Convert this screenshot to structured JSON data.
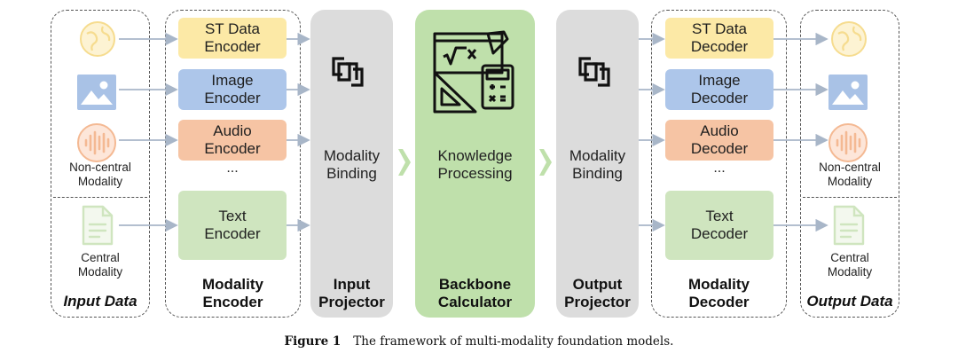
{
  "input_data": {
    "title": "Input Data",
    "non_central_label": "Non-central\nModality",
    "central_label": "Central\nModality"
  },
  "modality_encoder": {
    "title": "Modality\nEncoder",
    "items": [
      "ST Data\nEncoder",
      "Image\nEncoder",
      "Audio\nEncoder",
      "...",
      "Text\nEncoder"
    ]
  },
  "input_projector": {
    "title": "Input\nProjector",
    "body": "Modality\nBinding"
  },
  "backbone": {
    "title": "Backbone\nCalculator",
    "body": "Knowledge\nProcessing"
  },
  "output_projector": {
    "title": "Output\nProjector",
    "body": "Modality\nBinding"
  },
  "modality_decoder": {
    "title": "Modality\nDecoder",
    "items": [
      "ST Data\nDecoder",
      "Image\nDecoder",
      "Audio\nDecoder",
      "...",
      "Text\nDecoder"
    ]
  },
  "output_data": {
    "title": "Output Data",
    "non_central_label": "Non-central\nModality",
    "central_label": "Central\nModality"
  },
  "caption": {
    "label": "Figure 1",
    "text": "The framework of multi-modality foundation models."
  },
  "colors": {
    "st": "#fce9a6",
    "image": "#adc6ea",
    "audio": "#f6c4a4",
    "text": "#cfe5bf",
    "projector": "#dcdcdc",
    "backbone": "#bfe0ab",
    "arrow": "#a8b6c8"
  },
  "icons": [
    "globe-icon",
    "image-icon",
    "audio-wave-icon",
    "document-icon",
    "link-icon",
    "calculator-icon"
  ]
}
